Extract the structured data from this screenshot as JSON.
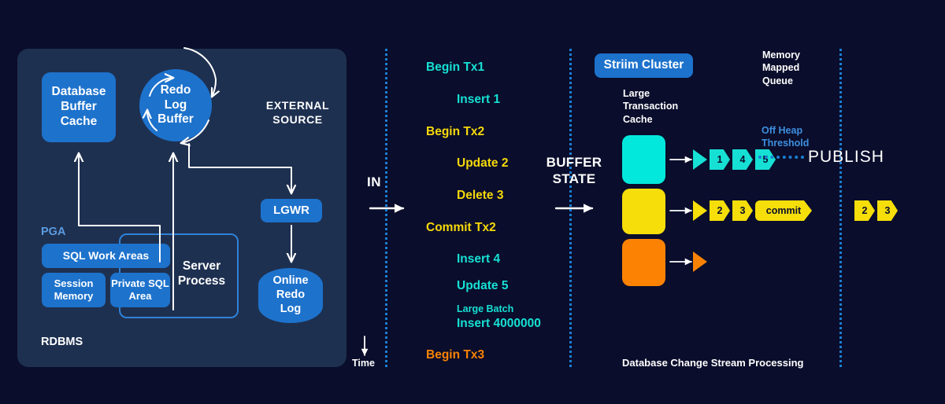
{
  "diagram": {
    "caption": "Database Change Stream Processing",
    "colors": {
      "background": "#0a0d2b",
      "panel": "#1e3050",
      "blue": "#1d72cc",
      "cyan": "#03e8dc",
      "yellow": "#f5de0a",
      "orange": "#fc8203",
      "dashed_blue": "#1a7fd4",
      "label_blue": "#5b9be0"
    }
  },
  "rdbms_panel": {
    "panel_label": "RDBMS",
    "pga_label": "PGA",
    "database_buffer_cache": "Database Buffer Cache",
    "redo_log_buffer": "Redo Log Buffer",
    "external_source": "EXTERNAL SOURCE",
    "lgwr": "LGWR",
    "online_redo_log": "Online Redo Log",
    "server_process": "Server Process",
    "sql_work_areas": "SQL Work Areas",
    "session_memory": "Session Memory",
    "private_sql_area": "Private SQL Area"
  },
  "timeline": {
    "in_label": "IN",
    "time_label": "Time",
    "buffer_state_label": "BUFFER STATE",
    "entries": [
      {
        "text": "Begin Tx1",
        "color": "cyan",
        "indent": 0,
        "size": "normal"
      },
      {
        "text": "Insert 1",
        "color": "cyan",
        "indent": 1,
        "size": "normal"
      },
      {
        "text": "Begin Tx2",
        "color": "yellow",
        "indent": 0,
        "size": "normal"
      },
      {
        "text": "Update 2",
        "color": "yellow",
        "indent": 1,
        "size": "normal"
      },
      {
        "text": "Delete 3",
        "color": "yellow",
        "indent": 1,
        "size": "normal"
      },
      {
        "text": "Commit Tx2",
        "color": "yellow",
        "indent": 0,
        "size": "normal"
      },
      {
        "text": "Insert 4",
        "color": "cyan",
        "indent": 1,
        "size": "normal"
      },
      {
        "text": "Update 5",
        "color": "cyan",
        "indent": 1,
        "size": "normal"
      },
      {
        "text": "Large Batch",
        "color": "cyan",
        "indent": 1,
        "size": "small"
      },
      {
        "text": "Insert 4000000",
        "color": "cyan",
        "indent": 1,
        "size": "normal"
      },
      {
        "text": "Begin Tx3",
        "color": "orange",
        "indent": 0,
        "size": "normal"
      }
    ]
  },
  "striim": {
    "cluster_label": "Striim Cluster",
    "large_transaction_cache": "Large Transaction Cache",
    "memory_mapped_queue": "Memory Mapped Queue",
    "off_heap_threshold": "Off Heap Threshold",
    "publish_label": "PUBLISH",
    "rows": [
      {
        "color": "cyan",
        "chevrons": [
          "",
          "1",
          "4",
          "5"
        ]
      },
      {
        "color": "yellow",
        "chevrons": [
          "",
          "2",
          "3",
          "commit"
        ]
      },
      {
        "color": "orange",
        "chevrons": [
          ""
        ]
      }
    ],
    "published": [
      {
        "color": "yellow",
        "chevrons": [
          "2",
          "3"
        ]
      }
    ]
  }
}
